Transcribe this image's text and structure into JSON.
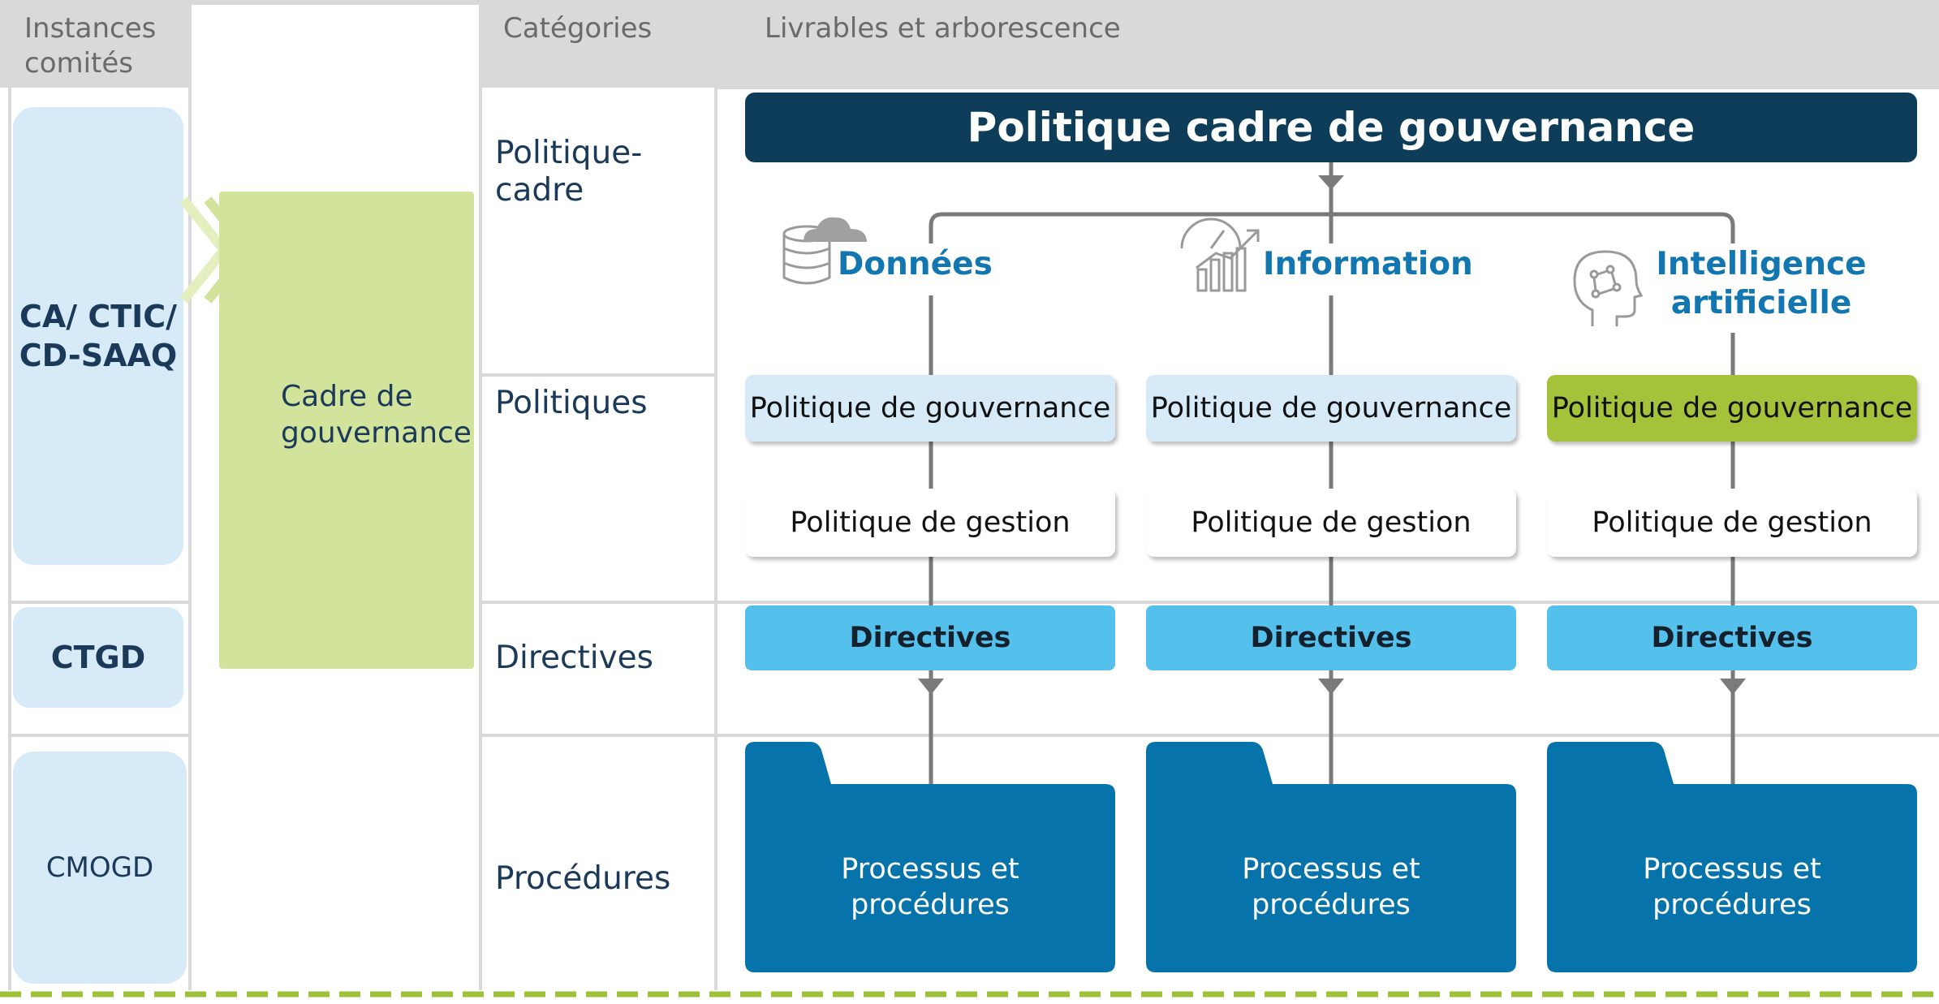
{
  "header": {
    "instances": "Instances\ncomités",
    "categories": "Catégories",
    "livrables": "Livrables et arborescence"
  },
  "committees": [
    {
      "label": "CA/ CTIC/\nCD-SAAQ"
    },
    {
      "label": "CTGD"
    },
    {
      "label": "CMOGD"
    }
  ],
  "cadre": {
    "label": "Cadre de\ngouvernance"
  },
  "categories": [
    {
      "label": "Politique-\ncadre"
    },
    {
      "label": "Politiques"
    },
    {
      "label": "Directives"
    },
    {
      "label": "Procédures"
    }
  ],
  "top_box": {
    "label": "Politique cadre de gouvernance"
  },
  "columns": [
    {
      "topic": "Données",
      "icon": "database-cloud-icon",
      "policy_governance": "Politique de gouvernance",
      "policy_management": "Politique de gestion",
      "directive": "Directives",
      "procedures": "Processus et\nprocédures"
    },
    {
      "topic": "Information",
      "icon": "chart-gauge-icon",
      "policy_governance": "Politique de gouvernance",
      "policy_management": "Politique de gestion",
      "directive": "Directives",
      "procedures": "Processus et\nprocédures"
    },
    {
      "topic": "Intelligence\nartificielle",
      "icon": "ai-head-icon",
      "policy_governance": "Politique de gouvernance",
      "policy_management": "Politique de gestion",
      "directive": "Directives",
      "procedures": "Processus et\nprocédures"
    }
  ],
  "colors": {
    "header_bg": "#d9d9d9",
    "committee_bg": "#d6eaf7",
    "cadre_bg": "#d2e39b",
    "top_box_bg": "#0e3d5a",
    "policy_governance_bg": "#d6eaf7",
    "policy_governance_ai_bg": "#a4c23a",
    "directive_bg": "#54c0ec",
    "folder_bg": "#0673aa",
    "topic_text": "#1276b0",
    "connector": "#7a7a7a",
    "dashed_line": "#9ec13a"
  }
}
